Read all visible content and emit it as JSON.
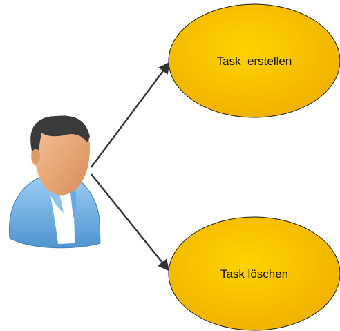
{
  "diagram": {
    "type": "use-case",
    "actor": {
      "icon": "user-icon",
      "label": ""
    },
    "use_cases": [
      {
        "id": "create",
        "label": "Task  erstellen"
      },
      {
        "id": "delete",
        "label": "Task löschen"
      }
    ],
    "connections": [
      {
        "from": "actor",
        "to": "create"
      },
      {
        "from": "actor",
        "to": "delete"
      }
    ],
    "colors": {
      "usecase_fill_light": "#ffd400",
      "usecase_fill_dark": "#eeb000",
      "usecase_stroke": "#1a1a1a",
      "arrow": "#333333",
      "actor_shirt": "#74b3e4",
      "actor_skin": "#e8a777",
      "actor_hair": "#3a3a3a"
    }
  }
}
